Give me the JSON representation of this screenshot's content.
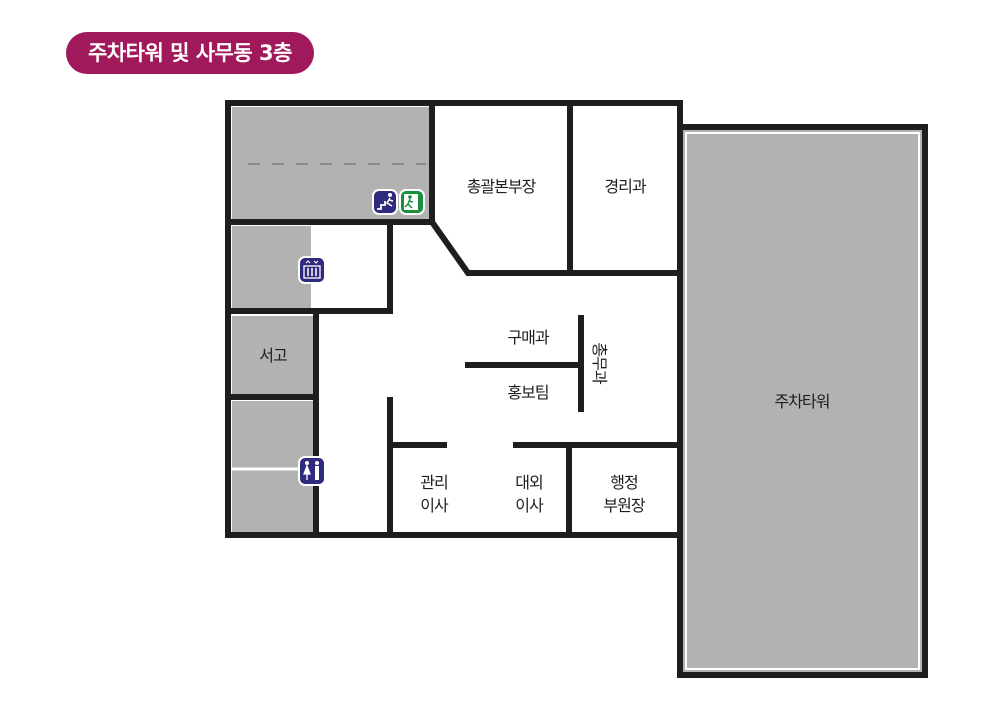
{
  "title": "주차타워 및 사무동 3층",
  "rooms": {
    "general_director": "총괄본부장",
    "accounting": "경리과",
    "purchasing": "구매과",
    "pr_team": "홍보팀",
    "general_affairs": "총무과",
    "archive": "서고",
    "admin_director_l1": "관리",
    "admin_director_l2": "이사",
    "external_director_l1": "대외",
    "external_director_l2": "이사",
    "admin_vp_l1": "행정",
    "admin_vp_l2": "부원장",
    "parking_tower": "주차타워"
  },
  "icons": [
    "stairs-icon",
    "emergency-exit-icon",
    "elevator-icon",
    "restroom-icon"
  ],
  "colors": {
    "title_bg": "#a0195a",
    "wall": "#1e1e1e",
    "service_area": "#b2b2b2",
    "icon_blue": "#2e2a7e",
    "exit_green": "#1a8f3c"
  }
}
